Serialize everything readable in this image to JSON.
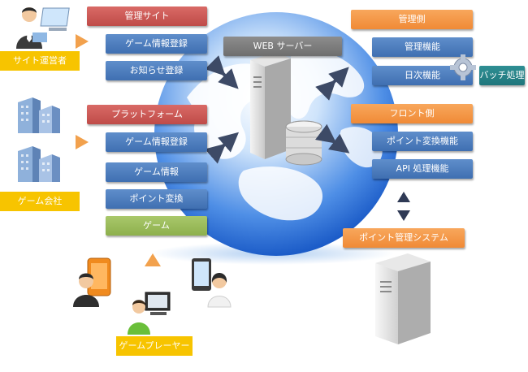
{
  "left_column": {
    "admin_site": "管理サイト",
    "game_info_register_1": "ゲーム情報登録",
    "notice_register": "お知らせ登録",
    "platform": "プラットフォーム",
    "game_info_register_2": "ゲーム情報登録",
    "game_info": "ゲーム情報",
    "point_exchange": "ポイント変換",
    "game": "ゲーム"
  },
  "center": {
    "web_server": "WEB サーバー"
  },
  "right_column": {
    "admin_side": "管理側",
    "admin_function": "管理機能",
    "daily_function": "日次機能",
    "batch_process": "バッチ処理",
    "front_side": "フロント側",
    "point_exchange_function": "ポイント変換機能",
    "api_function": "API 処理機能",
    "point_management_system": "ポイント管理システム"
  },
  "actors": {
    "site_operator": "サイト運営者",
    "game_company": "ゲーム会社",
    "game_player": "ゲームプレーヤー"
  },
  "colors": {
    "red": "#c9524f",
    "blue": "#4a7cbf",
    "green": "#98b95a",
    "orange": "#f39443",
    "gray": "#7a7a7a",
    "teal": "#257f85",
    "yellow": "#f7c400"
  }
}
